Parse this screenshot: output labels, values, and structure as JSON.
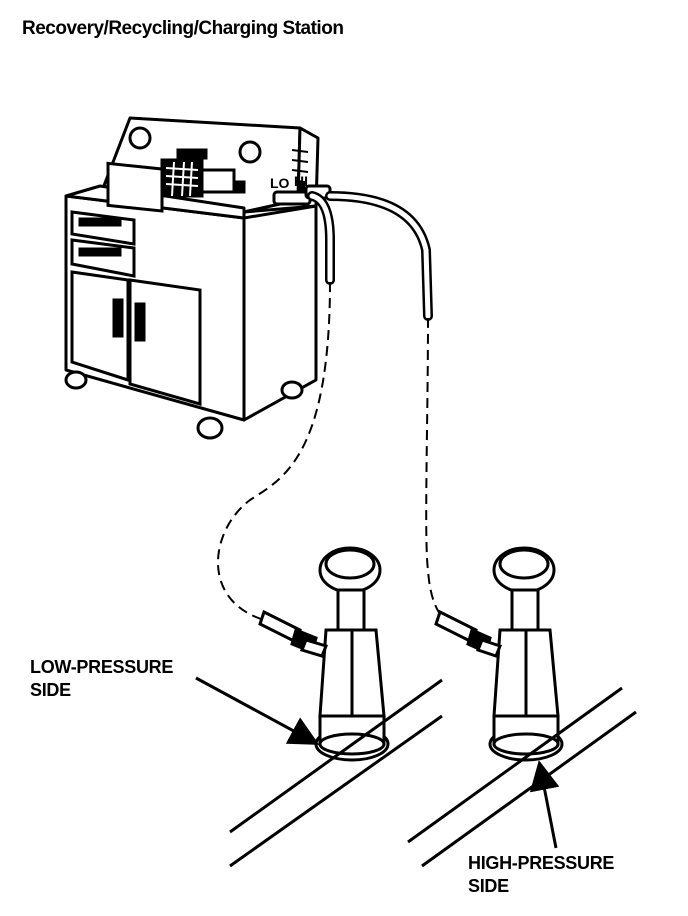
{
  "title": "Recovery/Recycling/Charging Station",
  "gauge_labels": {
    "lo": "LO",
    "hi": "HI"
  },
  "callouts": {
    "low_pressure": {
      "line1": "LOW-PRESSURE",
      "line2": "SIDE"
    },
    "high_pressure": {
      "line1": "HIGH-PRESSURE",
      "line2": "SIDE"
    }
  }
}
